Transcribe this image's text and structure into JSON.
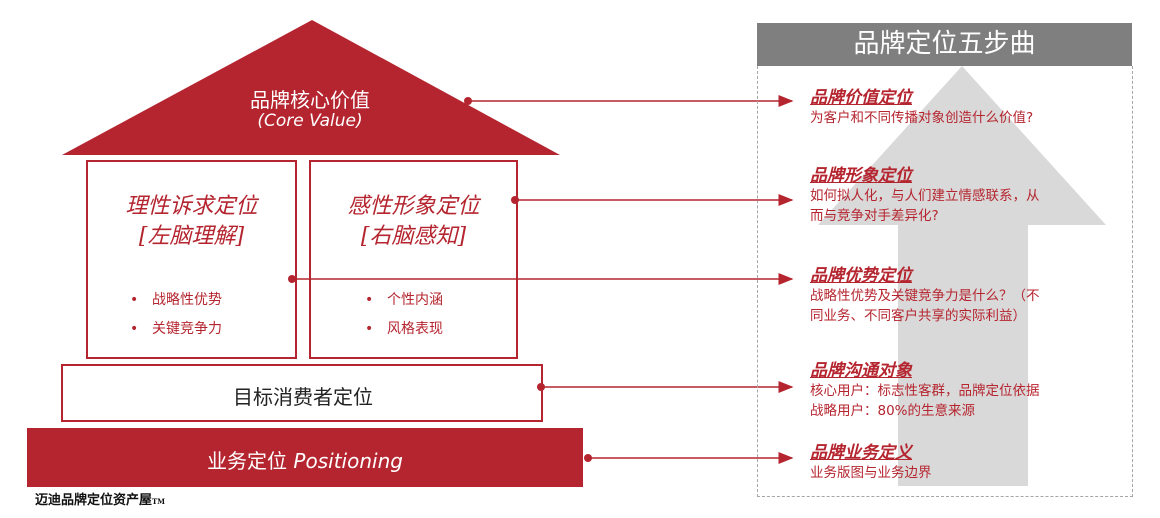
{
  "house": {
    "roof_title": "品牌核心价值",
    "roof_subtitle": "(Core Value)",
    "pillar_left": {
      "title": "理性诉求定位",
      "subtitle": "[左脑理解]",
      "bullets": [
        "战略性优势",
        "关键竞争力"
      ]
    },
    "pillar_right": {
      "title": "感性形象定位",
      "subtitle": "[右脑感知]",
      "bullets": [
        "个性内涵",
        "风格表现"
      ]
    },
    "band_label": "目标消费者定位",
    "base_label_cn": "业务定位",
    "base_label_en": "Positioning",
    "bullet_glyph": "•"
  },
  "brand": {
    "name": "迈迪品牌定位资产屋",
    "tm": "TM"
  },
  "panel": {
    "title": "品牌定位五步曲",
    "steps": [
      {
        "title": "品牌价值定位",
        "lines": [
          "为客户和不同传播对象创造什么价值?"
        ]
      },
      {
        "title": "品牌形象定位",
        "lines": [
          "如何拟人化，与人们建立情感联系，从",
          "而与竞争对手差异化?"
        ]
      },
      {
        "title": "品牌优势定位",
        "lines": [
          "战略性优势及关键竞争力是什么？（不",
          "同业务、不同客户共享的实际利益）"
        ]
      },
      {
        "title": "品牌沟通对象",
        "lines": [
          "核心用户：标志性客群，品牌定位依据",
          "战略用户：80%的生意来源"
        ]
      },
      {
        "title": "品牌业务定义",
        "lines": [
          "业务版图与业务边界"
        ]
      }
    ]
  },
  "colors": {
    "red": "#b5252f",
    "gray": "#7f7f7f",
    "light_gray": "#d9d9d9"
  }
}
